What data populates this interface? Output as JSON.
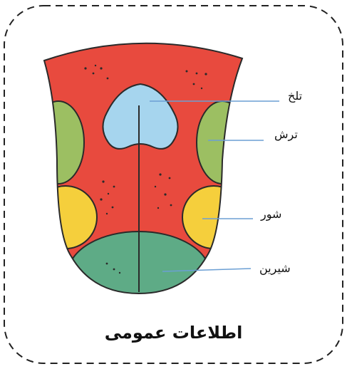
{
  "labels": {
    "bitter": "تلخ",
    "sour": "ترش",
    "salty": "شور",
    "sweet": "شیرین"
  },
  "caption": "اطلاعات عمومی",
  "colors": {
    "tongue_base": "#e84a3e",
    "bitter_zone": "#a6d5ee",
    "sour_zone": "#9cbf62",
    "salty_zone": "#f5cf3c",
    "sweet_zone": "#5eab86",
    "leader_line": "#6b9fd4",
    "outline": "#2a2a2a",
    "border": "#222222"
  }
}
